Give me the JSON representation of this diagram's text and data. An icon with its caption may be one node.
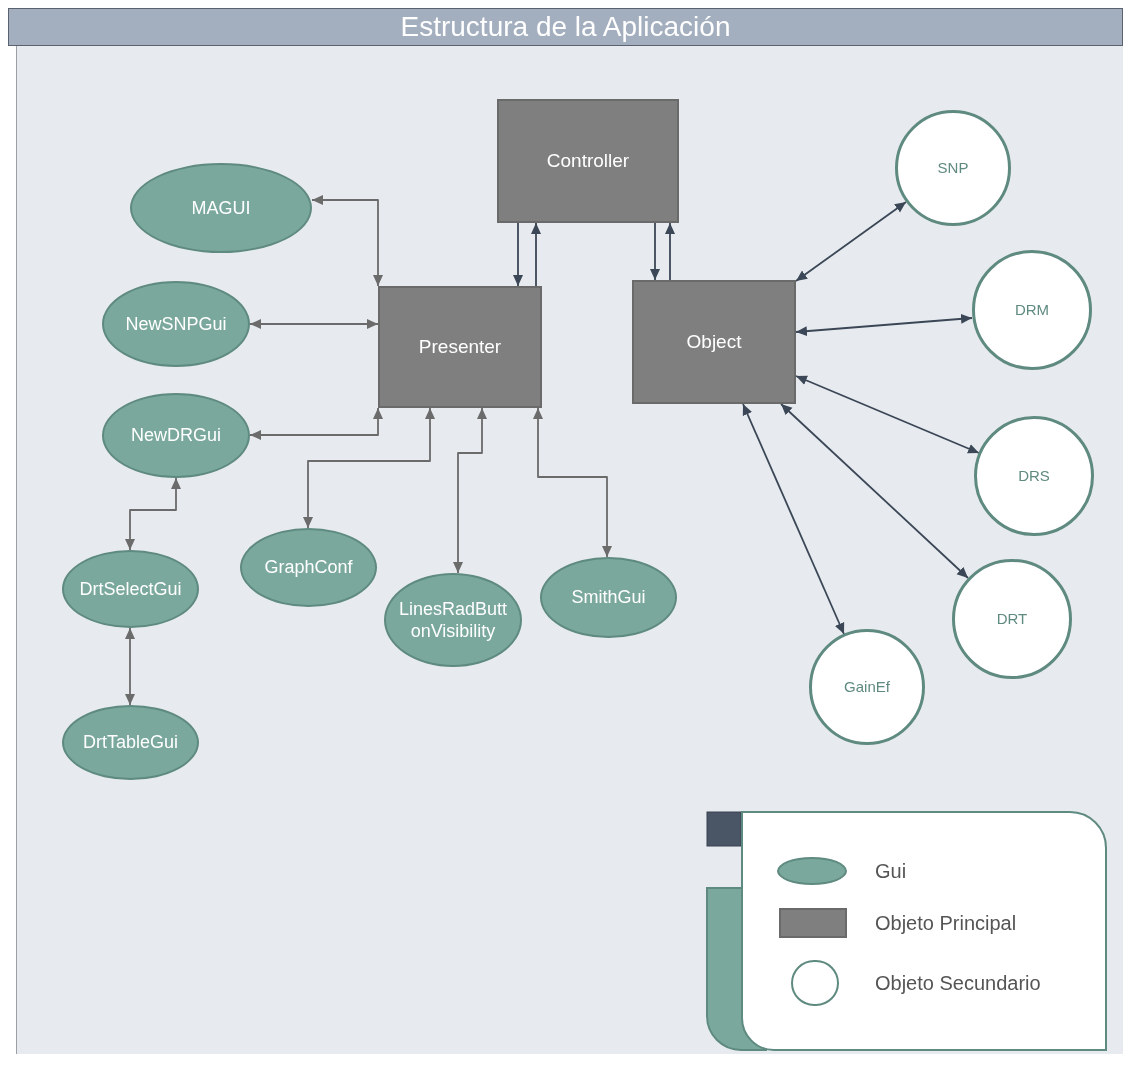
{
  "diagram": {
    "title": "Estructura de la Aplicación",
    "nodes": [
      {
        "text": [
          "Controller"
        ]
      },
      {
        "text": [
          "Presenter"
        ]
      },
      {
        "text": [
          "Object"
        ]
      },
      {
        "text": [
          "MAGUI"
        ]
      },
      {
        "text": [
          "NewSNPGui"
        ]
      },
      {
        "text": [
          "NewDRGui"
        ]
      },
      {
        "text": [
          "DrtSelectGui"
        ]
      },
      {
        "text": [
          "DrtTableGui"
        ]
      },
      {
        "text": [
          "GraphConf"
        ]
      },
      {
        "text": [
          "LinesRadButtonVisibility"
        ]
      },
      {
        "text": [
          "SmithGui"
        ]
      },
      {
        "text": [
          "SNP"
        ]
      },
      {
        "text": [
          "DRM"
        ]
      },
      {
        "text": [
          "DRS"
        ]
      },
      {
        "text": [
          "DRT"
        ]
      },
      {
        "text": [
          "GainEf"
        ]
      }
    ],
    "edges": [
      {
        "from": 0,
        "to": 1,
        "arrow": "to"
      },
      {
        "from": 1,
        "to": 0,
        "arrow": "to"
      },
      {
        "from": 0,
        "to": 2,
        "arrow": "to"
      },
      {
        "from": 2,
        "to": 0,
        "arrow": "to"
      },
      {
        "from": 3,
        "to": 1,
        "arrow": "both",
        "color": "#6b6b6b"
      },
      {
        "from": 4,
        "to": 1,
        "arrow": "both",
        "color": "#6b6b6b"
      },
      {
        "from": 5,
        "to": 1,
        "arrow": "both",
        "color": "#6b6b6b"
      },
      {
        "from": 5,
        "to": 6,
        "arrow": "both",
        "color": "#6b6b6b"
      },
      {
        "from": 6,
        "to": 7,
        "arrow": "both",
        "color": "#6b6b6b"
      },
      {
        "from": 1,
        "to": 8,
        "arrow": "both",
        "color": "#6b6b6b"
      },
      {
        "from": 1,
        "to": 9,
        "arrow": "both",
        "color": "#6b6b6b"
      },
      {
        "from": 1,
        "to": 10,
        "arrow": "both",
        "color": "#6b6b6b"
      },
      {
        "from": 2,
        "to": 11,
        "arrow": "both"
      },
      {
        "from": 2,
        "to": 12,
        "arrow": "both"
      },
      {
        "from": 2,
        "to": 13,
        "arrow": "both"
      },
      {
        "from": 2,
        "to": 14,
        "arrow": "both"
      },
      {
        "from": 2,
        "to": 15,
        "arrow": "both"
      }
    ],
    "legend": [
      {
        "text": "Gui",
        "color": "#7aa89c"
      },
      {
        "text": "Objeto Principal",
        "color": "#7f7f7f"
      },
      {
        "text": "Objeto Secundario"
      }
    ]
  }
}
